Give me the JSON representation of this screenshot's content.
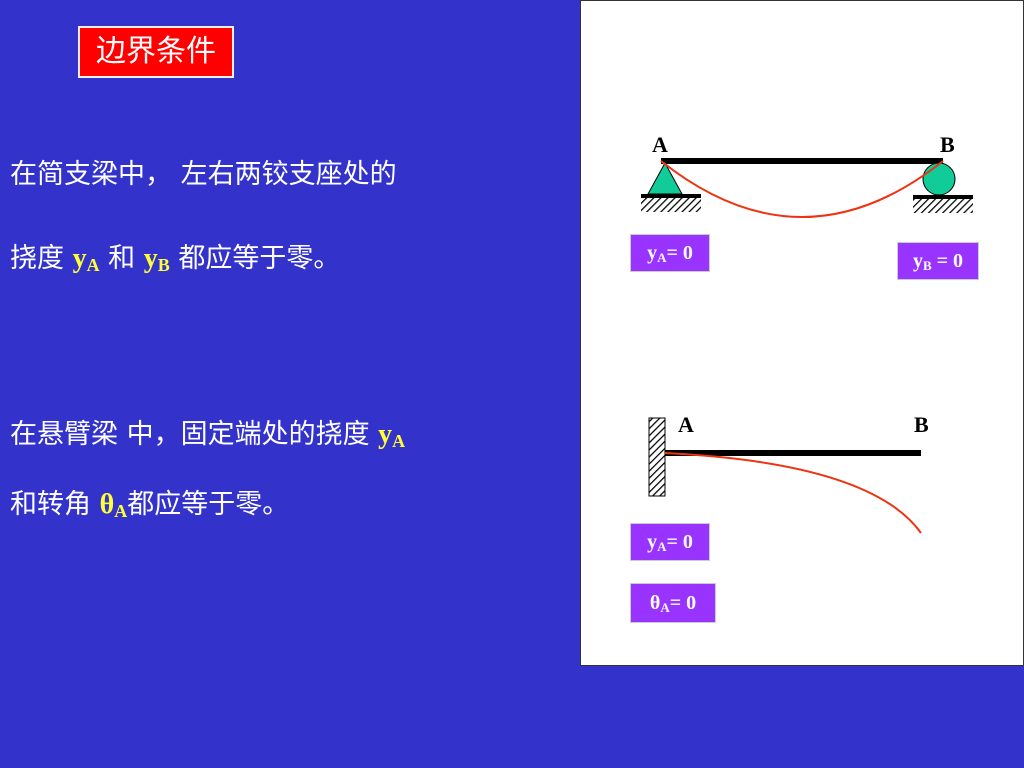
{
  "title": "边界条件",
  "simply_supported": {
    "line1": "在简支梁中， 左右两铰支座处的",
    "line2_pre": "挠度 ",
    "yA_sym": "y",
    "yA_sub": "A",
    "line2_mid": " 和 ",
    "yB_sym": "y",
    "yB_sub": "B",
    "line2_post": " 都应等于零。"
  },
  "cantilever": {
    "line1_pre": "在悬臂梁 中，固定端处的挠度 ",
    "yA_sym": "y",
    "yA_sub": "A",
    "line2_pre": "和转角 ",
    "theta_sym": "θ",
    "theta_sub": "A",
    "line2_post": "都应等于零。"
  },
  "diagram": {
    "top_label_a": "A",
    "top_label_b": "B",
    "bottom_label_a": "A",
    "bottom_label_b": "B",
    "eq_top_a": {
      "sym": "y",
      "sub": "A",
      "rest": "= 0"
    },
    "eq_top_b": {
      "sym": "y",
      "sub": "B",
      "rest": " = 0"
    },
    "eq_bottom_y": {
      "sym": "y",
      "sub": "A",
      "rest": "= 0"
    },
    "eq_bottom_theta": {
      "sym": "θ",
      "sub": "A",
      "rest": "= 0"
    }
  },
  "colors": {
    "background": "#3333cc",
    "title_box": "#ff0000",
    "symbol": "#ffff33",
    "eq_box": "#9933ff",
    "deflection_curve": "#ee3311",
    "support": "#11cc99"
  }
}
